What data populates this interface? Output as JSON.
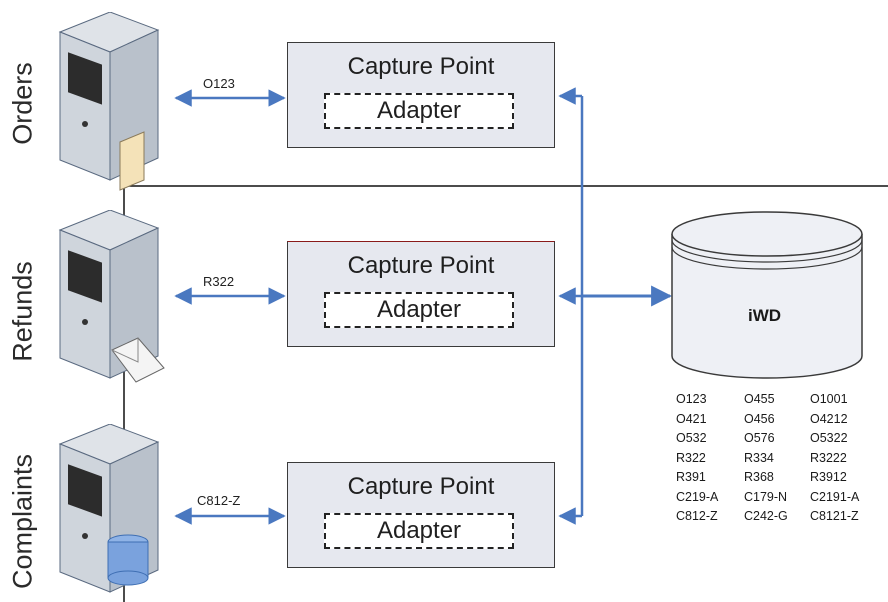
{
  "sources": [
    {
      "label": "Orders",
      "connection_label": "O123"
    },
    {
      "label": "Refunds",
      "connection_label": "R322"
    },
    {
      "label": "Complaints",
      "connection_label": "C812-Z"
    }
  ],
  "capture_point": {
    "title": "Capture Point",
    "adapter": "Adapter"
  },
  "database": {
    "label": "iWD"
  },
  "id_columns": [
    [
      "O123",
      "O421",
      "O532",
      "R322",
      "R391",
      "C219-A",
      "C812-Z"
    ],
    [
      "O455",
      "O456",
      "O576",
      "R334",
      "R368",
      "C179-N",
      "C242-G"
    ],
    [
      "O1001",
      "O4212",
      "O5322",
      "R3222",
      "R3912",
      "C2191-A",
      "C8121-Z"
    ]
  ],
  "colors": {
    "arrow": "#4a78c0",
    "box_fill": "#e6e8ef",
    "db_fill": "#eef0f5"
  }
}
